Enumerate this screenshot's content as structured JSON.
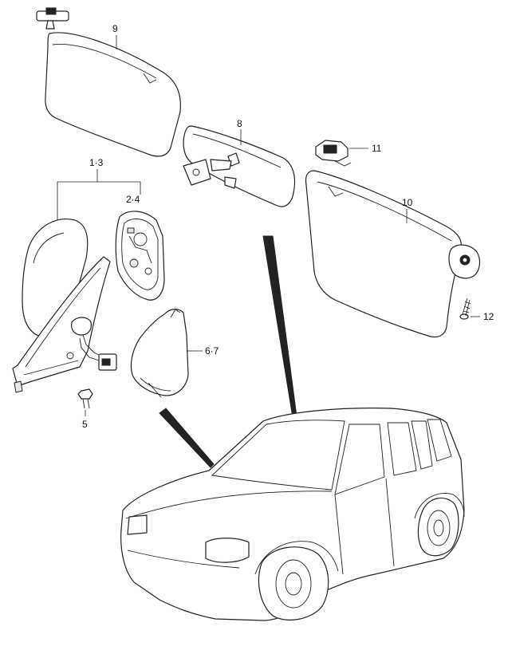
{
  "labels": {
    "p9": "9",
    "p8": "8",
    "p11": "11",
    "p13": "1·3",
    "p24": "2·4",
    "p10": "10",
    "p12": "12",
    "p67": "6·7",
    "p5": "5"
  }
}
